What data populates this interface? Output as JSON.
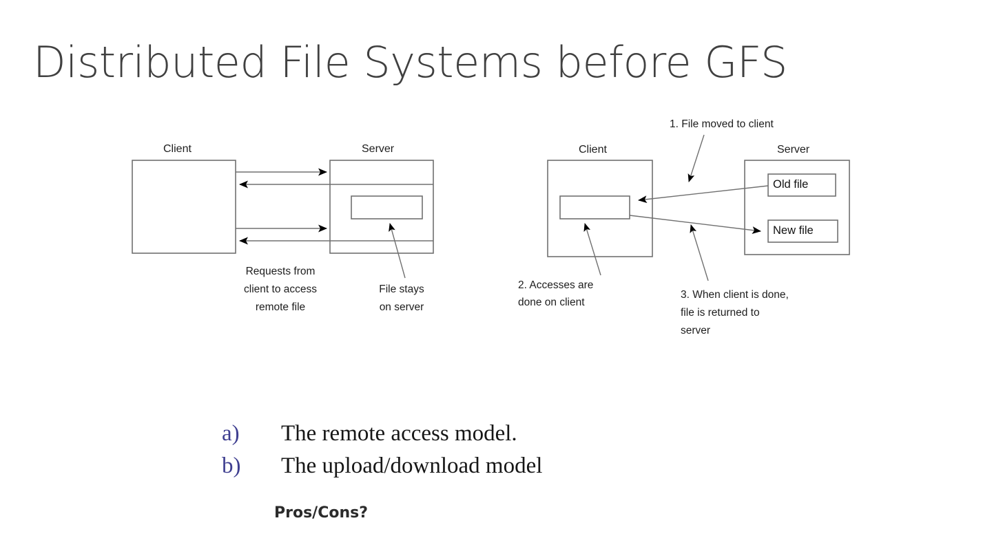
{
  "slide": {
    "title": "Distributed File Systems before GFS",
    "title_color": "#404040",
    "background": "#ffffff"
  },
  "diagram_a": {
    "name": "remote-access-model",
    "client_label": "Client",
    "server_label": "Server",
    "caption_requests": "Requests from\nclient to access\nremote file",
    "caption_requests_lines": [
      "Requests from",
      "client to access",
      "remote file"
    ],
    "caption_file": "File stays\non server",
    "caption_file_lines": [
      "File stays",
      "on server"
    ],
    "arrows": [
      {
        "direction": "right",
        "from": "client",
        "to": "server"
      },
      {
        "direction": "left",
        "from": "server",
        "to": "client"
      },
      {
        "direction": "right",
        "from": "client",
        "to": "server"
      },
      {
        "direction": "left",
        "from": "server",
        "to": "client"
      }
    ],
    "stroke_color": "#707070",
    "box_fill": "#ffffff"
  },
  "diagram_b": {
    "name": "upload-download-model",
    "client_label": "Client",
    "server_label": "Server",
    "old_file_label": "Old file",
    "new_file_label": "New file",
    "step1": "1. File moved to client",
    "step2_lines": [
      "2. Accesses are",
      "    done on client"
    ],
    "step3_lines": [
      "3. When client is done,",
      "    file is returned to",
      "    server"
    ],
    "stroke_color": "#707070",
    "box_fill": "#ffffff"
  },
  "bullets": {
    "marker_color": "#3f3f90",
    "items": [
      {
        "marker": "a)",
        "text": "The remote access model."
      },
      {
        "marker": "b)",
        "text": "The upload/download model"
      }
    ],
    "note": "Pros/Cons?"
  }
}
